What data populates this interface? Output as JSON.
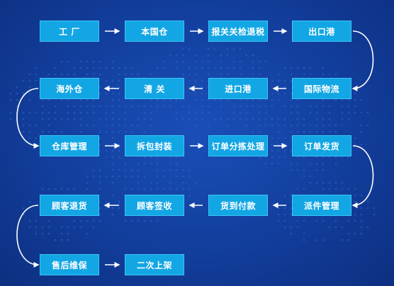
{
  "colors": {
    "node_fill": "#12a6e4",
    "node_border": "#3cc4f5",
    "arrow": "#ffffff",
    "background": "#123e9c"
  },
  "steps": [
    {
      "id": "s1",
      "label": "工 厂"
    },
    {
      "id": "s2",
      "label": "本国仓"
    },
    {
      "id": "s3",
      "label": "报关关检退税"
    },
    {
      "id": "s4",
      "label": "出口港"
    },
    {
      "id": "s5",
      "label": "国际物流"
    },
    {
      "id": "s6",
      "label": "进口港"
    },
    {
      "id": "s7",
      "label": "清 关"
    },
    {
      "id": "s8",
      "label": "海外仓"
    },
    {
      "id": "s9",
      "label": "仓库管理"
    },
    {
      "id": "s10",
      "label": "拆包封装"
    },
    {
      "id": "s11",
      "label": "订单分拣处理"
    },
    {
      "id": "s12",
      "label": "订单发货"
    },
    {
      "id": "s13",
      "label": "派件管理"
    },
    {
      "id": "s14",
      "label": "货到付款"
    },
    {
      "id": "s15",
      "label": "顾客签收"
    },
    {
      "id": "s16",
      "label": "顾客退货"
    },
    {
      "id": "s17",
      "label": "售后维保"
    },
    {
      "id": "s18",
      "label": "二次上架"
    }
  ],
  "flows": [
    [
      "s1",
      "s2"
    ],
    [
      "s2",
      "s3"
    ],
    [
      "s3",
      "s4"
    ],
    [
      "s4",
      "s5"
    ],
    [
      "s5",
      "s6"
    ],
    [
      "s6",
      "s7"
    ],
    [
      "s7",
      "s8"
    ],
    [
      "s8",
      "s9"
    ],
    [
      "s9",
      "s10"
    ],
    [
      "s10",
      "s11"
    ],
    [
      "s11",
      "s12"
    ],
    [
      "s12",
      "s13"
    ],
    [
      "s13",
      "s14"
    ],
    [
      "s14",
      "s15"
    ],
    [
      "s15",
      "s16"
    ],
    [
      "s16",
      "s17"
    ],
    [
      "s17",
      "s18"
    ]
  ]
}
